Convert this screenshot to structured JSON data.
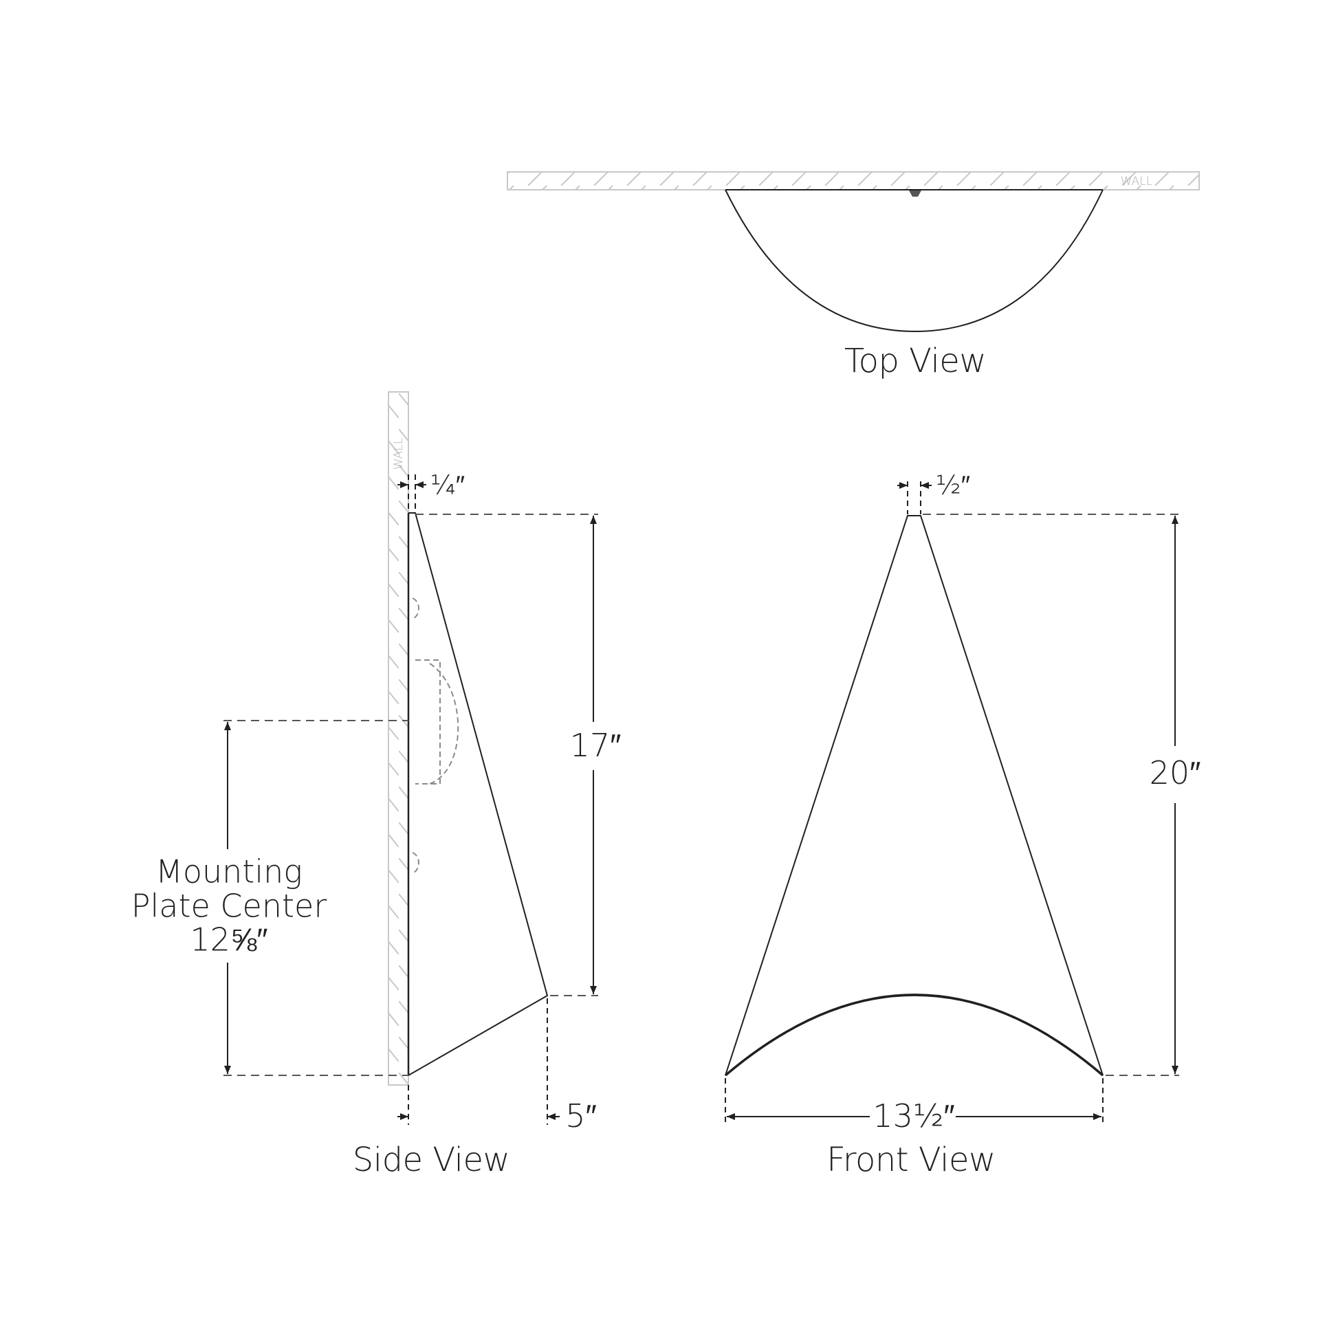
{
  "views": {
    "top": {
      "title": "Top View",
      "wall_label": "WALL"
    },
    "side": {
      "title": "Side View",
      "wall_label": "WALL"
    },
    "front": {
      "title": "Front View"
    }
  },
  "dimensions": {
    "side_wall_offset": "¼″",
    "side_height": "17″",
    "side_depth": "5″",
    "mounting_label_line1": "Mounting",
    "mounting_label_line2": "Plate Center",
    "mounting_value": "12⅝″",
    "front_top_width": "½″",
    "front_height": "20″",
    "front_width": "13½″"
  },
  "colors": {
    "line": "#231f20",
    "wall": "#c8c8c8",
    "dashed": "#555555",
    "background": "#ffffff"
  }
}
